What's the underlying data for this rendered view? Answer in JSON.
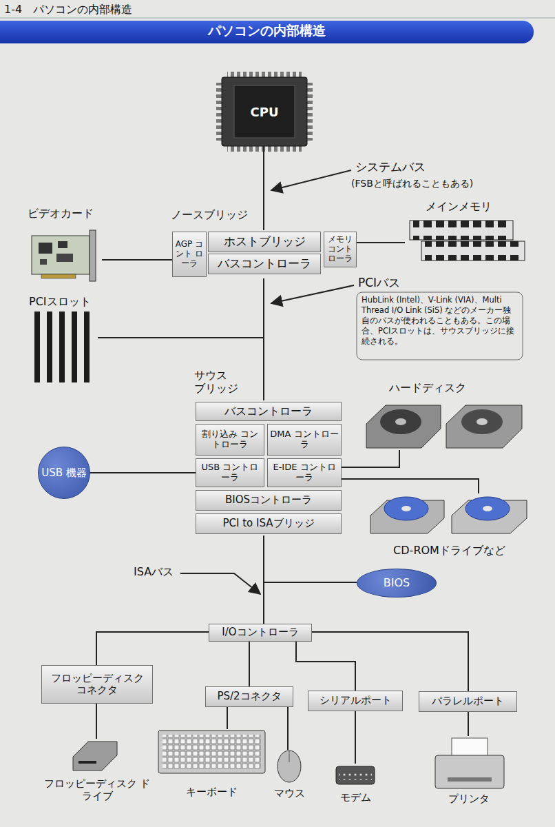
{
  "diagram": {
    "title": "パソコンの内部構造",
    "nodes": [
      {
        "text": [
          "CPU"
        ]
      },
      {
        "text": [
          "ノースブリッジ"
        ]
      },
      {
        "text": [
          "AGP コント ローラ"
        ],
        "in": 1
      },
      {
        "text": [
          "ホストブリッジ"
        ],
        "in": 1
      },
      {
        "text": [
          "メモリ コント ローラ"
        ],
        "in": 1
      },
      {
        "text": [
          "バスコントローラ"
        ],
        "in": 1
      },
      {
        "text": [
          "ビデオカード"
        ]
      },
      {
        "text": [
          "メインメモリ"
        ]
      },
      {
        "text": [
          "PCIスロット"
        ]
      },
      {
        "text": [
          "サウス ブリッジ"
        ]
      },
      {
        "text": [
          "バスコントローラ"
        ],
        "in": 9
      },
      {
        "text": [
          "割り込み コントローラ"
        ],
        "in": 9
      },
      {
        "text": [
          "DMA コントローラ"
        ],
        "in": 9
      },
      {
        "text": [
          "USB コントローラ"
        ],
        "in": 9
      },
      {
        "text": [
          "E-IDE コントローラ"
        ],
        "in": 9
      },
      {
        "text": [
          "BIOSコントローラ"
        ],
        "in": 9
      },
      {
        "text": [
          "PCI to ISAブリッジ"
        ],
        "in": 9
      },
      {
        "text": [
          "USB 機器"
        ]
      },
      {
        "text": [
          "ハードディスク"
        ]
      },
      {
        "text": [
          "CD-ROMドライブなど"
        ]
      },
      {
        "text": [
          "BIOS"
        ]
      },
      {
        "text": [
          "I/Oコントローラ"
        ]
      },
      {
        "text": [
          "フロッピーディスク コネクタ"
        ]
      },
      {
        "text": [
          "PS/2コネクタ"
        ]
      },
      {
        "text": [
          "シリアルポート"
        ]
      },
      {
        "text": [
          "パラレルポート"
        ]
      },
      {
        "text": [
          "フロッピーディスク ドライブ"
        ]
      },
      {
        "text": [
          "キーボード"
        ]
      },
      {
        "text": [
          "マウス"
        ]
      },
      {
        "text": [
          "モデム"
        ]
      },
      {
        "text": [
          "プリンタ"
        ]
      }
    ],
    "edges": [
      {
        "from": 0,
        "to": 1,
        "arrow": "none"
      },
      {
        "from": 6,
        "to": 2,
        "arrow": "none"
      },
      {
        "from": 4,
        "to": 7,
        "arrow": "none"
      },
      {
        "from": 1,
        "to": 9,
        "arrow": "none"
      },
      {
        "from": 8,
        "to": 9,
        "arrow": "none"
      },
      {
        "from": 17,
        "to": 13,
        "arrow": "none"
      },
      {
        "from": 14,
        "to": 18,
        "arrow": "none"
      },
      {
        "from": 14,
        "to": 19,
        "arrow": "none"
      },
      {
        "from": 9,
        "to": 21,
        "arrow": "none"
      },
      {
        "from": 20,
        "to": 21,
        "arrow": "none"
      },
      {
        "from": 21,
        "to": 22,
        "arrow": "none"
      },
      {
        "from": 21,
        "to": 23,
        "arrow": "none"
      },
      {
        "from": 21,
        "to": 24,
        "arrow": "none"
      },
      {
        "from": 21,
        "to": 25,
        "arrow": "none"
      },
      {
        "from": 22,
        "to": 26,
        "arrow": "none"
      },
      {
        "from": 23,
        "to": 27,
        "arrow": "none"
      },
      {
        "from": 23,
        "to": 28,
        "arrow": "none"
      },
      {
        "from": 24,
        "to": 29,
        "arrow": "none"
      },
      {
        "from": 25,
        "to": 30,
        "arrow": "none"
      }
    ],
    "labels": [
      "1-4　パソコンの内部構造",
      "システムバス",
      "(FSBと呼ばれることもある)",
      "PCIバス",
      "HubLink (Intel)、V-Link (VIA)、Multi Thread I/O Link (SiS) などのメーカー独自のバスが使われることもある。この場合、PCIスロットは、サウスブリッジに接続される。",
      "ISAバス"
    ]
  }
}
